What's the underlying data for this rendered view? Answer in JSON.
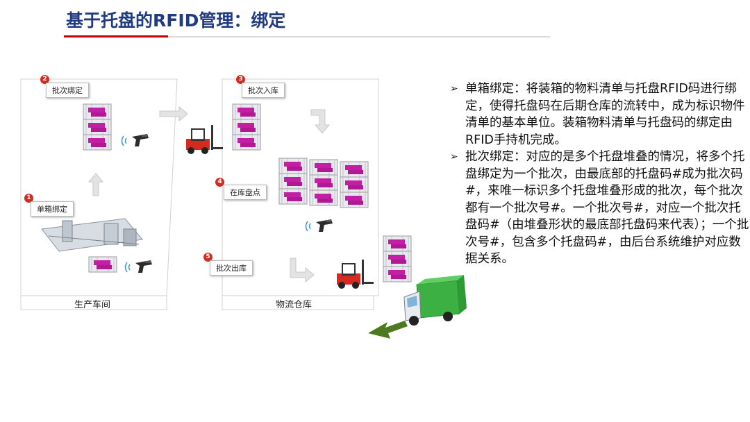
{
  "title": "基于托盘的RFID管理：绑定",
  "panels": {
    "left_label": "生产车间",
    "right_label": "物流仓库"
  },
  "steps": [
    {
      "num": "1",
      "label": "单箱绑定"
    },
    {
      "num": "2",
      "label": "批次绑定"
    },
    {
      "num": "3",
      "label": "批次入库"
    },
    {
      "num": "4",
      "label": "在库盘点"
    },
    {
      "num": "5",
      "label": "批次出库"
    }
  ],
  "bullets": [
    {
      "marker": "➢",
      "text": "单箱绑定：将装箱的物料清单与托盘RFID码进行绑定，使得托盘码在后期仓库的流转中，成为标识物件清单的基本单位。装箱物料清单与托盘码的绑定由RFID手持机完成。"
    },
    {
      "marker": "➢",
      "text": "批次绑定：对应的是多个托盘堆叠的情况，将多个托盘绑定为一个批次，由最底部的托盘码#成为批次码#，来唯一标识多个托盘堆叠形成的批次，每个批次都有一个批次号#。一个批次号#，对应一个批次托盘码#（由堆叠形状的最底部托盘码来代表）；一个批次号#，包含多个托盘码#，由后台系统维护对应数据关系。"
    }
  ],
  "colors": {
    "title": "#1f3b82",
    "accent": "#c00000",
    "crate": "#c21fa4",
    "forklift": "#d42a1f",
    "truck_cargo": "#3cb043",
    "arrow_green": "#4d7a1f"
  }
}
